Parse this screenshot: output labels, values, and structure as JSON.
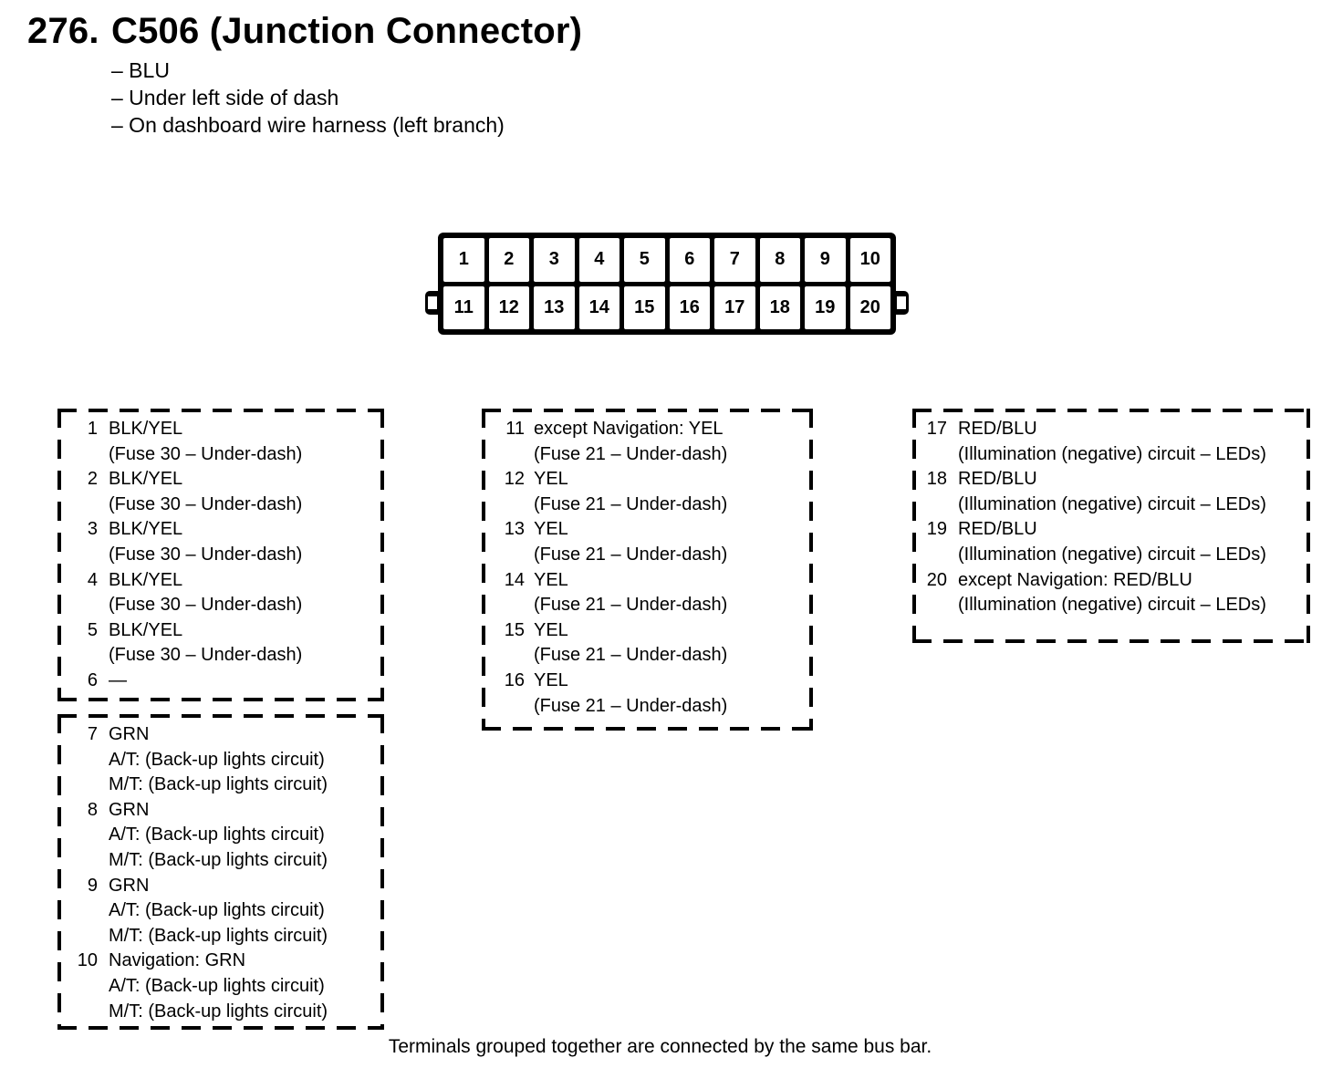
{
  "page": {
    "section_number": "276.",
    "title": "C506 (Junction Connector)",
    "bullets": [
      "– BLU",
      "– Under left side of dash",
      "– On dashboard wire harness (left branch)"
    ],
    "footer_note": "Terminals grouped together are connected by the same bus bar."
  },
  "connector": {
    "rows": [
      [
        "1",
        "2",
        "3",
        "4",
        "5",
        "6",
        "7",
        "8",
        "9",
        "10"
      ],
      [
        "11",
        "12",
        "13",
        "14",
        "15",
        "16",
        "17",
        "18",
        "19",
        "20"
      ]
    ]
  },
  "pin_groups": [
    {
      "name": "pins-1-6",
      "pins": [
        {
          "num": "1",
          "lines": [
            "BLK/YEL",
            "(Fuse 30 – Under-dash)"
          ]
        },
        {
          "num": "2",
          "lines": [
            "BLK/YEL",
            "(Fuse 30 – Under-dash)"
          ]
        },
        {
          "num": "3",
          "lines": [
            "BLK/YEL",
            "(Fuse 30 – Under-dash)"
          ]
        },
        {
          "num": "4",
          "lines": [
            "BLK/YEL",
            "(Fuse 30 – Under-dash)"
          ]
        },
        {
          "num": "5",
          "lines": [
            "BLK/YEL",
            "(Fuse 30 – Under-dash)"
          ]
        },
        {
          "num": "6",
          "lines": [
            "—"
          ]
        }
      ]
    },
    {
      "name": "pins-7-10",
      "pins": [
        {
          "num": "7",
          "lines": [
            "GRN",
            "A/T: (Back-up lights circuit)",
            "M/T: (Back-up lights circuit)"
          ]
        },
        {
          "num": "8",
          "lines": [
            "GRN",
            "A/T: (Back-up lights circuit)",
            "M/T: (Back-up lights circuit)"
          ]
        },
        {
          "num": "9",
          "lines": [
            "GRN",
            "A/T: (Back-up lights circuit)",
            "M/T: (Back-up lights circuit)"
          ]
        },
        {
          "num": "10",
          "lines": [
            "Navigation: GRN",
            "A/T: (Back-up lights circuit)",
            "M/T: (Back-up lights circuit)"
          ]
        }
      ]
    },
    {
      "name": "pins-11-16",
      "pins": [
        {
          "num": "11",
          "lines": [
            "except Navigation: YEL",
            "(Fuse 21 – Under-dash)"
          ]
        },
        {
          "num": "12",
          "lines": [
            "YEL",
            "(Fuse 21 – Under-dash)"
          ]
        },
        {
          "num": "13",
          "lines": [
            "YEL",
            "(Fuse 21 – Under-dash)"
          ]
        },
        {
          "num": "14",
          "lines": [
            "YEL",
            "(Fuse 21 – Under-dash)"
          ]
        },
        {
          "num": "15",
          "lines": [
            "YEL",
            "(Fuse 21 – Under-dash)"
          ]
        },
        {
          "num": "16",
          "lines": [
            "YEL",
            "(Fuse 21 – Under-dash)"
          ]
        }
      ]
    },
    {
      "name": "pins-17-20",
      "pins": [
        {
          "num": "17",
          "lines": [
            "RED/BLU",
            "(Illumination (negative) circuit – LEDs)"
          ]
        },
        {
          "num": "18",
          "lines": [
            "RED/BLU",
            "(Illumination (negative) circuit – LEDs)"
          ]
        },
        {
          "num": "19",
          "lines": [
            "RED/BLU",
            "(Illumination (negative) circuit – LEDs)"
          ]
        },
        {
          "num": "20",
          "lines": [
            "except Navigation: RED/BLU",
            "(Illumination (negative) circuit – LEDs)"
          ]
        }
      ]
    }
  ],
  "colors": {
    "ink": "#000000",
    "paper": "#ffffff"
  }
}
